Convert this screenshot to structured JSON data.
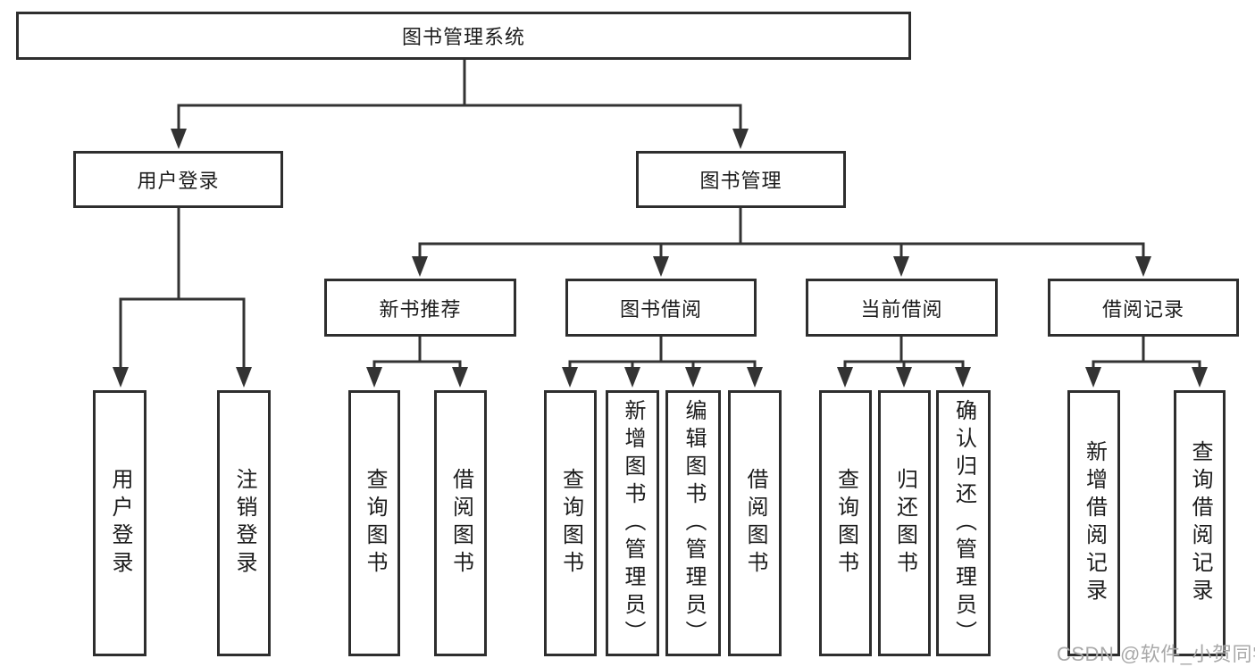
{
  "diagram": {
    "title": "图书管理系统",
    "root": {
      "label": "图书管理系统"
    },
    "level2": [
      {
        "label": "用户登录"
      },
      {
        "label": "图书管理"
      }
    ],
    "level3": [
      {
        "label": "新书推荐"
      },
      {
        "label": "图书借阅"
      },
      {
        "label": "当前借阅"
      },
      {
        "label": "借阅记录"
      }
    ],
    "level4": [
      {
        "label": "用户登录",
        "parent": "用户登录"
      },
      {
        "label": "注销登录",
        "parent": "用户登录"
      },
      {
        "label": "查询图书",
        "parent": "新书推荐"
      },
      {
        "label": "借阅图书",
        "parent": "新书推荐"
      },
      {
        "label": "查询图书",
        "parent": "图书借阅"
      },
      {
        "label": "新增图书（管理员）",
        "parent": "图书借阅"
      },
      {
        "label": "编辑图书（管理员）",
        "parent": "图书借阅"
      },
      {
        "label": "借阅图书",
        "parent": "图书借阅"
      },
      {
        "label": "查询图书",
        "parent": "当前借阅"
      },
      {
        "label": "归还图书",
        "parent": "当前借阅"
      },
      {
        "label": "确认归还（管理员）",
        "parent": "当前借阅"
      },
      {
        "label": "新增借阅记录",
        "parent": "借阅记录"
      },
      {
        "label": "查询借阅记录",
        "parent": "借阅记录"
      }
    ],
    "watermark": "CSDN @软件_小贺同学",
    "colors": {
      "line": "#333333",
      "box_border": "#2e2e2e",
      "text": "#1c1c1c",
      "watermark": "#a9a9a9",
      "background": "#ffffff"
    }
  }
}
